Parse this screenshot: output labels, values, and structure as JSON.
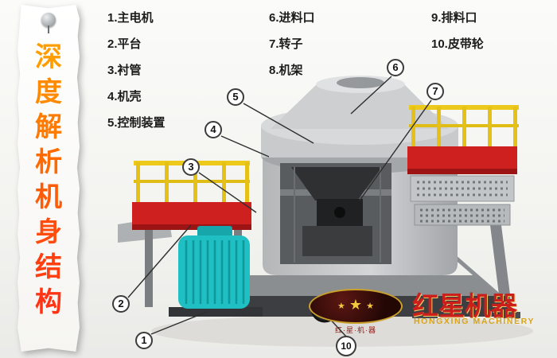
{
  "banner": {
    "text": "深度解析机身结构",
    "chars": [
      "深",
      "度",
      "解",
      "析",
      "机",
      "身",
      "结",
      "构"
    ]
  },
  "legend": {
    "col1": [
      "1.主电机",
      "2.平台",
      "3.衬管",
      "4.机壳",
      "5.控制装置"
    ],
    "col2": [
      "6.进料口",
      "7.转子",
      "8.机架"
    ],
    "col3": [
      "9.排料口",
      "10.皮带轮"
    ]
  },
  "callouts": [
    {
      "num": "1",
      "part": "主电机"
    },
    {
      "num": "2",
      "part": "平台"
    },
    {
      "num": "3",
      "part": "衬管"
    },
    {
      "num": "4",
      "part": "机壳"
    },
    {
      "num": "5",
      "part": "控制装置"
    },
    {
      "num": "6",
      "part": "进料口"
    },
    {
      "num": "7",
      "part": "转子"
    },
    {
      "num": "10",
      "part": "皮带轮"
    }
  ],
  "logo": {
    "name": "红星机器",
    "sub": "HONGXING MACHINERY",
    "oval_caption": "红·星·机·器",
    "star_glyph": "★"
  },
  "colors": {
    "platform_red": "#cf2020",
    "motor_teal": "#1fbfc3",
    "railing_yellow": "#e8c41c",
    "banner_orange": "#ff6a00",
    "logo_red": "#cb1f1c",
    "logo_gold": "#d9a41c"
  }
}
